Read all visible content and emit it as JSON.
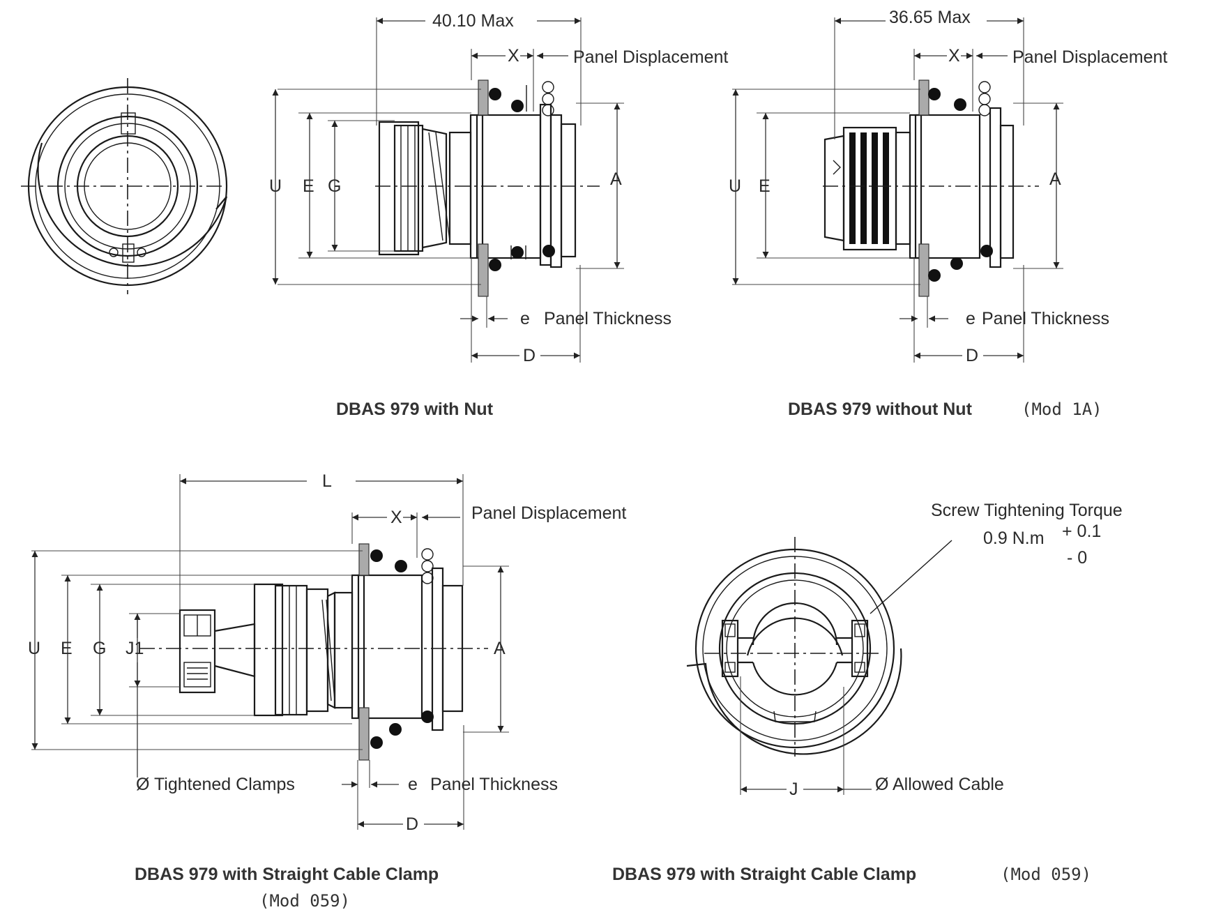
{
  "views": {
    "with_nut": {
      "overall_length": "40.10 Max",
      "x": "X",
      "panel_displacement": "Panel Displacement",
      "u": "U",
      "e_dim": "E",
      "g": "G",
      "a": "A",
      "e_thickness": "e",
      "panel_thickness": "Panel Thickness",
      "d": "D",
      "title": "DBAS 979 with Nut"
    },
    "without_nut": {
      "overall_length": "36.65 Max",
      "x": "X",
      "panel_displacement": "Panel Displacement",
      "u": "U",
      "e_dim": "E",
      "a": "A",
      "e_thickness": "e",
      "panel_thickness": "Panel Thickness",
      "d": "D",
      "title": "DBAS 979 without Nut",
      "mod": "(Mod 1A)"
    },
    "straight_clamp": {
      "l": "L",
      "x": "X",
      "panel_displacement": "Panel Displacement",
      "u": "U",
      "e_dim": "E",
      "g": "G",
      "j1": "J1",
      "a": "A",
      "tightened_clamps": "Ø Tightened Clamps",
      "e_thickness": "e",
      "panel_thickness": "Panel Thickness",
      "d": "D",
      "title": "DBAS 979 with Straight Cable Clamp",
      "mod": "(Mod 059)"
    },
    "clamp_front": {
      "screw_torque": "Screw Tightening Torque",
      "torque_value": "0.9 N.m",
      "tol_plus": "+ 0.1",
      "tol_minus": "- 0",
      "j": "J",
      "allowed_cable": "Ø Allowed Cable",
      "title": "DBAS 979 with Straight Cable Clamp",
      "mod": "(Mod 059)"
    }
  }
}
